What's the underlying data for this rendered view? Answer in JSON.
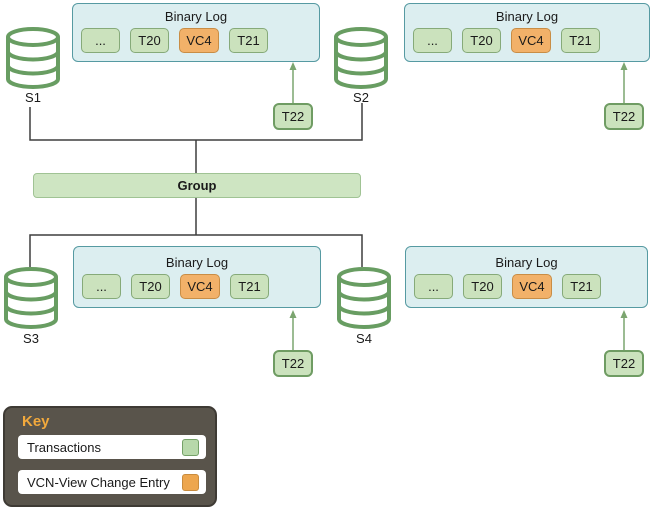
{
  "servers": [
    {
      "label": "S1"
    },
    {
      "label": "S2"
    },
    {
      "label": "S3"
    },
    {
      "label": "S4"
    }
  ],
  "group": {
    "label": "Group"
  },
  "binary_logs": [
    {
      "title": "Binary Log",
      "entries": [
        {
          "label": "...",
          "type": "transaction"
        },
        {
          "label": "T20",
          "type": "transaction"
        },
        {
          "label": "VC4",
          "type": "view-change"
        },
        {
          "label": "T21",
          "type": "transaction"
        }
      ],
      "incoming": {
        "label": "T22",
        "type": "transaction"
      }
    },
    {
      "title": "Binary Log",
      "entries": [
        {
          "label": "...",
          "type": "transaction"
        },
        {
          "label": "T20",
          "type": "transaction"
        },
        {
          "label": "VC4",
          "type": "view-change"
        },
        {
          "label": "T21",
          "type": "transaction"
        }
      ],
      "incoming": {
        "label": "T22",
        "type": "transaction"
      }
    },
    {
      "title": "Binary Log",
      "entries": [
        {
          "label": "...",
          "type": "transaction"
        },
        {
          "label": "T20",
          "type": "transaction"
        },
        {
          "label": "VC4",
          "type": "view-change"
        },
        {
          "label": "T21",
          "type": "transaction"
        }
      ],
      "incoming": {
        "label": "T22",
        "type": "transaction"
      }
    },
    {
      "title": "Binary Log",
      "entries": [
        {
          "label": "...",
          "type": "transaction"
        },
        {
          "label": "T20",
          "type": "transaction"
        },
        {
          "label": "VC4",
          "type": "view-change"
        },
        {
          "label": "T21",
          "type": "transaction"
        }
      ],
      "incoming": {
        "label": "T22",
        "type": "transaction"
      }
    }
  ],
  "legend": {
    "title": "Key",
    "items": [
      {
        "label": "Transactions",
        "type": "transaction",
        "swatch_color": "#b7d8aa"
      },
      {
        "label": "VCN-View Change Entry",
        "type": "view-change",
        "swatch_color": "#eda64e"
      }
    ]
  },
  "colors": {
    "transaction_fill": "#cbe2bd",
    "transaction_border": "#86aa79",
    "view_change_fill": "#f2b169",
    "view_change_border": "#c98d45",
    "binary_log_fill": "#dceef0",
    "binary_log_border": "#569aa2",
    "group_fill": "#cee5c2",
    "connector_line": "#3e3e3e",
    "arrow": "#7ba56f",
    "database_icon": "#689d62",
    "legend_background": "#59544b",
    "legend_title": "#f2a93c"
  }
}
